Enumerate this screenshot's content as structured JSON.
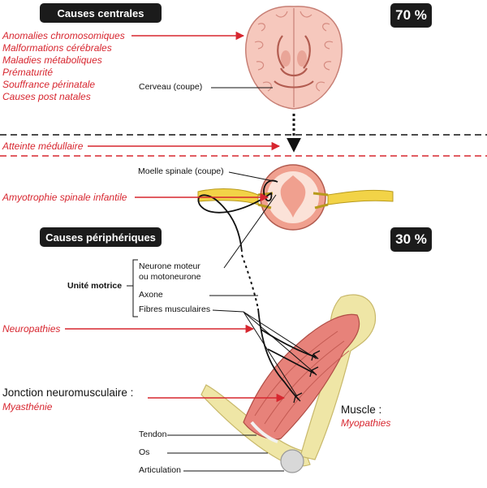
{
  "central": {
    "title": "Causes centrales",
    "percent": "70 %",
    "causes": [
      "Anomalies chromosomiques",
      "Malformations cérébrales",
      "Maladies métaboliques",
      "Prématurité",
      "Souffrance périnatale",
      "Causes post natales"
    ],
    "brain_label": "Cerveau (coupe)"
  },
  "spinal": {
    "atteinte": "Atteinte médullaire",
    "cord_label": "Moelle spinale (coupe)",
    "sma": "Amyotrophie spinale infantile"
  },
  "peripheral": {
    "title": "Causes périphériques",
    "percent": "30 %",
    "motor_unit": "Unité motrice",
    "neuron_line1": "Neurone moteur",
    "neuron_line2": "ou motoneurone",
    "axon": "Axone",
    "fibers": "Fibres musculaires",
    "neuropathies": "Neuropathies",
    "junction": "Jonction neuromusculaire :",
    "myasthenia": "Myasthénie",
    "muscle": "Muscle :",
    "myopathies": "Myopathies",
    "tendon": "Tendon",
    "bone": "Os",
    "joint": "Articulation"
  },
  "colors": {
    "red": "#d7262f",
    "pill": "#1b1b1b",
    "brain_fill": "#f6c8bd",
    "muscle": "#e7827a",
    "nerve": "#f2d347",
    "bone": "#efe6a6"
  }
}
